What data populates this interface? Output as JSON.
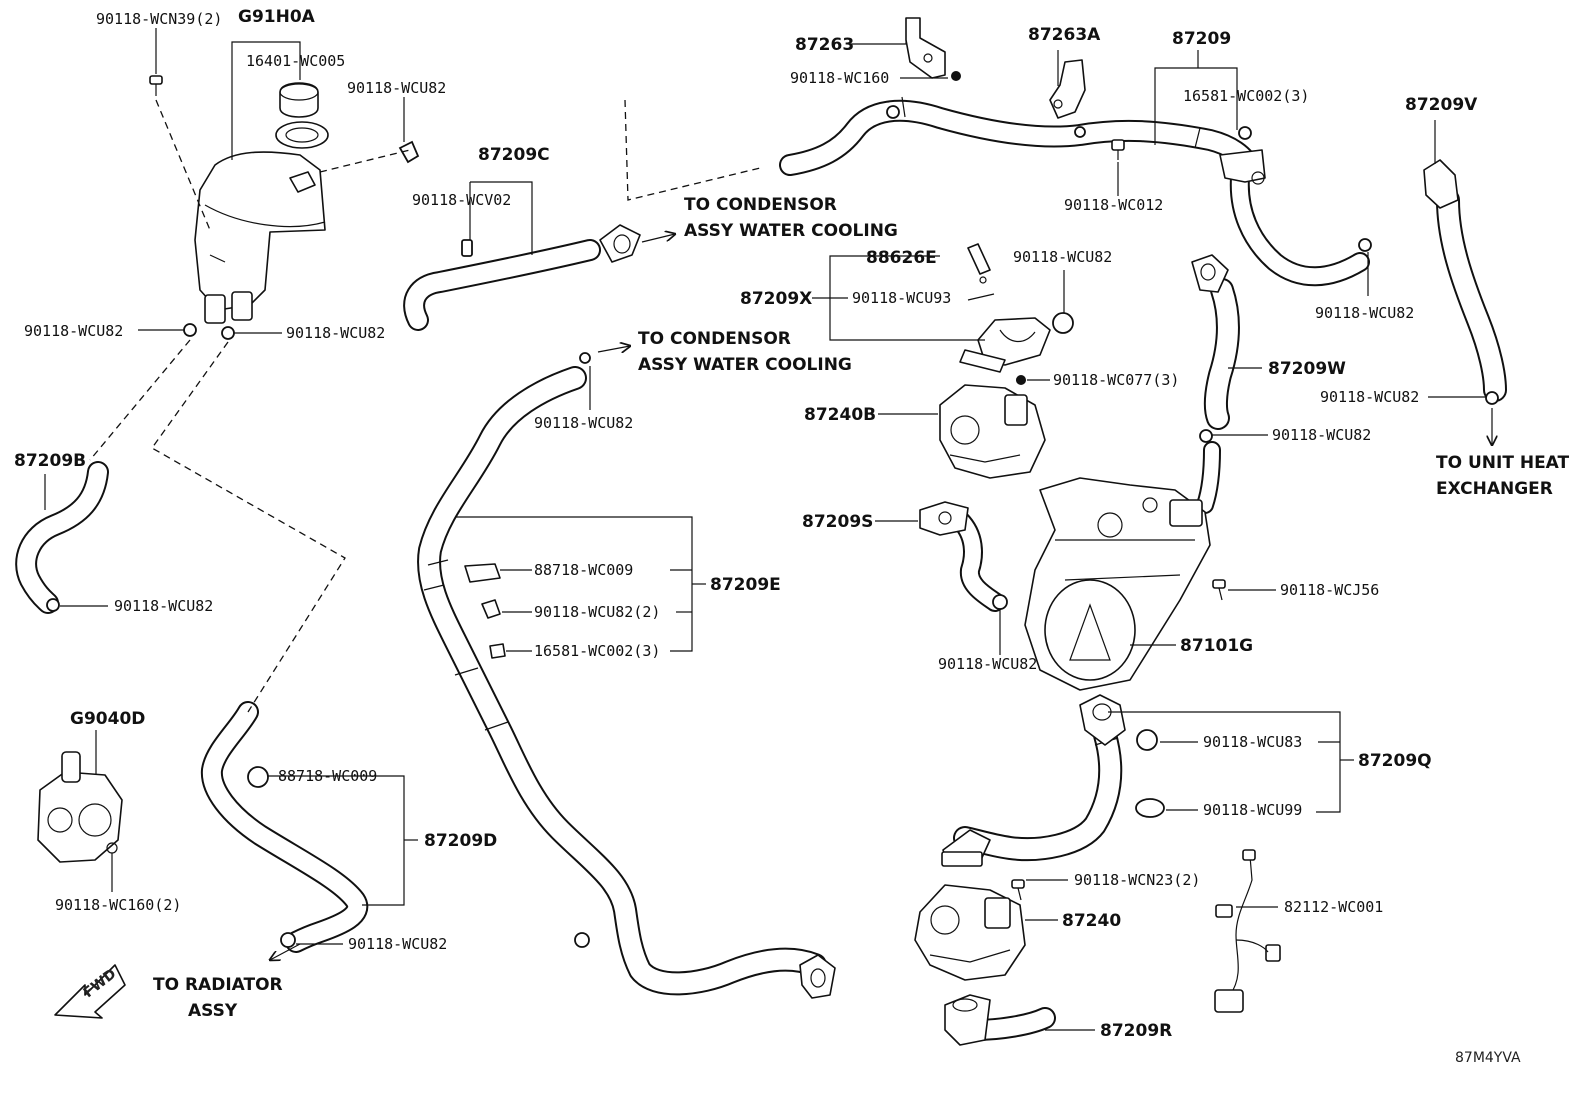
{
  "diagram": {
    "footer_code": "87M4YVA",
    "fwd_label": "FWD",
    "colors": {
      "line": "#111111",
      "background": "#ffffff"
    },
    "labels": {
      "p90118_wcn39": "90118-WCN39(2)",
      "g91h0a": "G91H0A",
      "p16401_wc005": "16401-WC005",
      "p90118_wcu82_top": "90118-WCU82",
      "p87209c": "87209C",
      "p90118_wcv02": "90118-WCV02",
      "to_condensor_1_l1": "TO CONDENSOR",
      "to_condensor_1_l2": "ASSY WATER COOLING",
      "p87263": "87263",
      "p90118_wc160": "90118-WC160",
      "p87263a": "87263A",
      "p87209": "87209",
      "p16581_wc002_top": "16581-WC002(3)",
      "p90118_wc012": "90118-WC012",
      "p87209v": "87209V",
      "p90118_wcu82_tank_l": "90118-WCU82",
      "p90118_wcu82_tank_r": "90118-WCU82",
      "p87209b": "87209B",
      "p90118_wcu82_b": "90118-WCU82",
      "p88626e": "88626E",
      "p87209x": "87209X",
      "p90118_wcu93": "90118-WCU93",
      "p90118_wcu82_x": "90118-WCU82",
      "to_condensor_2_l1": "TO CONDENSOR",
      "to_condensor_2_l2": "ASSY WATER COOLING",
      "p90118_wcu82_mid": "90118-WCU82",
      "p90118_wcu82_right": "90118-WCU82",
      "p87209w": "87209W",
      "p90118_wc077": "90118-WC077(3)",
      "p87240b": "87240B",
      "p90118_wcu82_v": "90118-WCU82",
      "to_unit_heat_l1": "TO UNIT HEAT",
      "to_unit_heat_l2": "EXCHANGER",
      "p90118_wcu82_w": "90118-WCU82",
      "p87209s": "87209S",
      "p88718_wc009_e": "88718-WC009",
      "p90118_wcu82_2": "90118-WCU82(2)",
      "p16581_wc002_e": "16581-WC002(3)",
      "p87209e": "87209E",
      "p90118_wcj56": "90118-WCJ56",
      "p87101g": "87101G",
      "p90118_wcu82_s": "90118-WCU82",
      "g9040d": "G9040D",
      "p90118_wc160_2": "90118-WC160(2)",
      "p88718_wc009_d": "88718-WC009",
      "p87209d": "87209D",
      "p90118_wcu82_d": "90118-WCU82",
      "to_radiator_l1": "TO RADIATOR",
      "to_radiator_l2": "ASSY",
      "p90118_wcu83": "90118-WCU83",
      "p87209q": "87209Q",
      "p90118_wcu99": "90118-WCU99",
      "p90118_wcn23": "90118-WCN23(2)",
      "p82112_wc001": "82112-WC001",
      "p87240": "87240",
      "p87209r": "87209R"
    }
  }
}
